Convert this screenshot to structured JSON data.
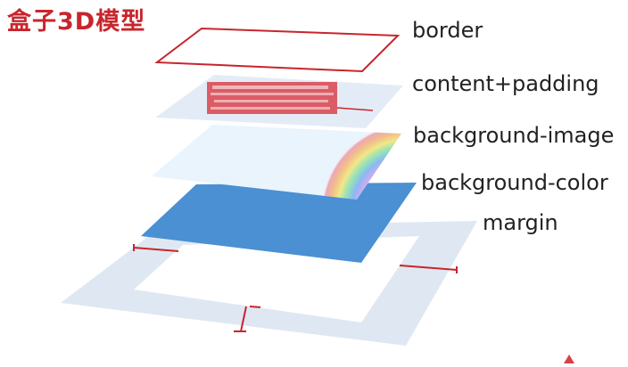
{
  "title": "盒子3D模型",
  "layers": {
    "border": "border",
    "content_padding": "content+padding",
    "background_image": "background-image",
    "background_color": "background-color",
    "margin": "margin"
  },
  "colors": {
    "title": "#c8252c",
    "border_line": "#c8252c",
    "layer_fill": "#e3ecf6",
    "image_layer_fill": "#eaf4fc",
    "background_color_fill": "#4a90d2",
    "margin_fill": "#dfe8f2"
  },
  "icons": [
    "rainbow-icon",
    "text-block-icon",
    "logo-icon"
  ]
}
